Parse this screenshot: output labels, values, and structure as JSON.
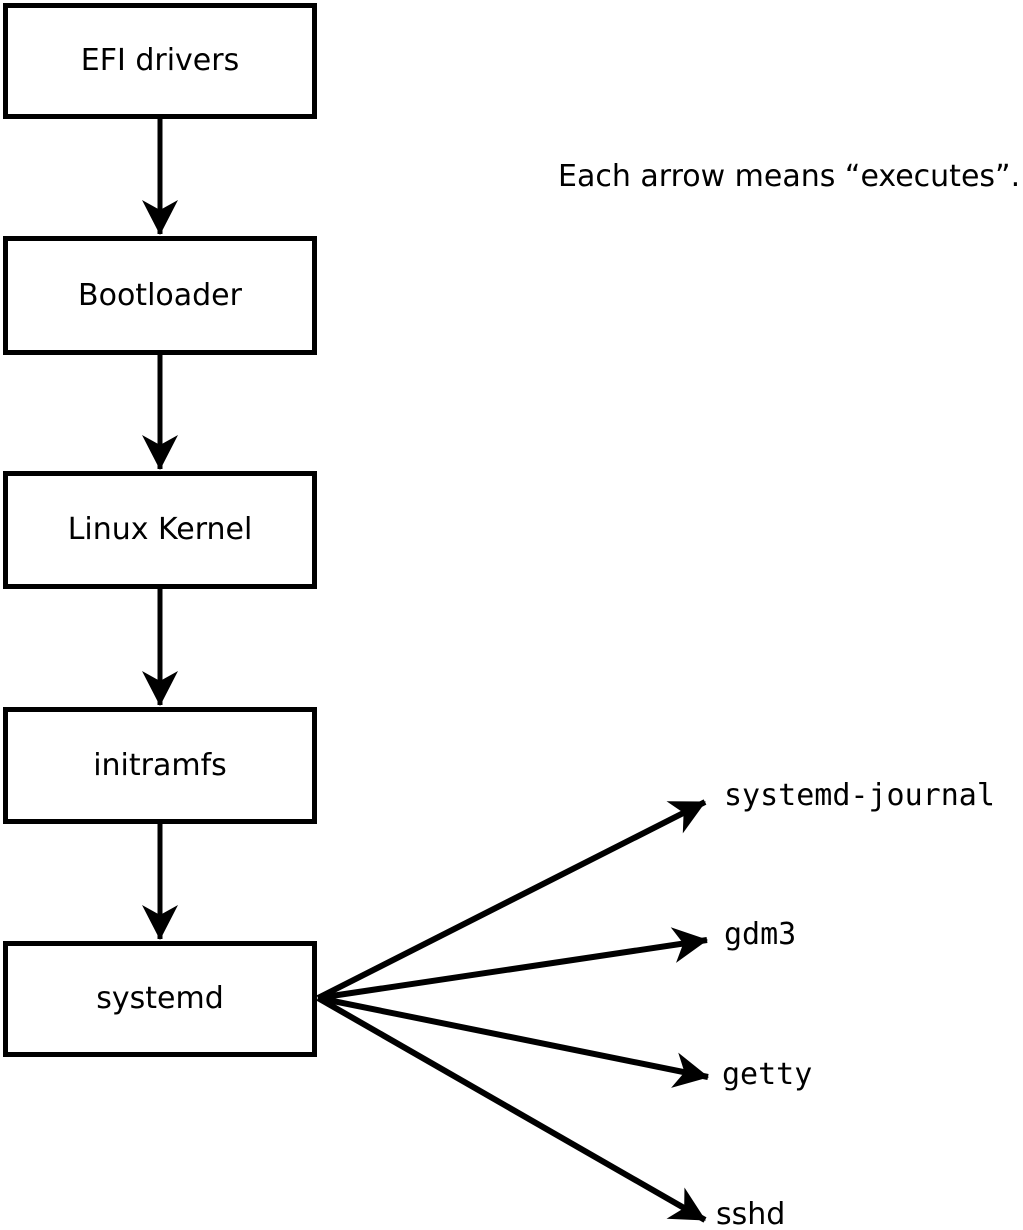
{
  "note": "Each arrow means “executes”.",
  "diagram": {
    "type": "flowchart",
    "edge_meaning": "executes",
    "colors": {
      "stroke": "#000000",
      "box_fill": "#ffffff",
      "background": "#ffffff"
    },
    "boxes": [
      {
        "label": "EFI drivers"
      },
      {
        "label": "Bootloader"
      },
      {
        "label": "Linux Kernel"
      },
      {
        "label": "initramfs"
      },
      {
        "label": "systemd"
      }
    ],
    "chain_edges": [
      "EFI drivers -> Bootloader",
      "Bootloader -> Linux Kernel",
      "Linux Kernel -> initramfs",
      "initramfs -> systemd"
    ],
    "targets": [
      {
        "label": "systemd-journal"
      },
      {
        "label": "gdm3"
      },
      {
        "label": "getty"
      },
      {
        "label": "sshd"
      }
    ],
    "fanout_edges": [
      "systemd -> systemd-journal",
      "systemd -> gdm3",
      "systemd -> getty",
      "systemd -> sshd"
    ]
  }
}
